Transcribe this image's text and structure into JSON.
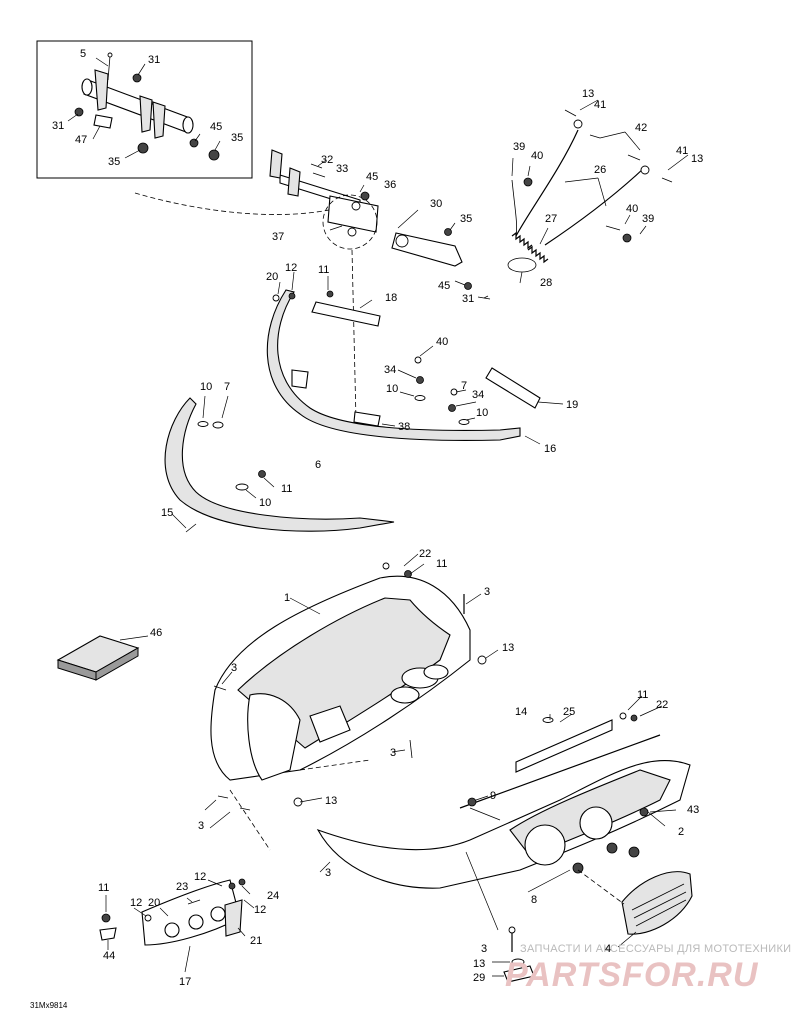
{
  "diagram_ref": "31Mx9814",
  "watermark": {
    "text": "ЗАПЧАСТИ И АКСЕССУАРЫ ДЛЯ МОТОТЕХНИКИ",
    "logo": "PARTSFOR.RU"
  },
  "labels": [
    {
      "id": "5",
      "text": "5"
    },
    {
      "id": "31a",
      "text": "31"
    },
    {
      "id": "31b",
      "text": "31"
    },
    {
      "id": "47",
      "text": "47"
    },
    {
      "id": "45a",
      "text": "45"
    },
    {
      "id": "35a",
      "text": "35"
    },
    {
      "id": "35b",
      "text": "35"
    },
    {
      "id": "32",
      "text": "32"
    },
    {
      "id": "33",
      "text": "33"
    },
    {
      "id": "45b",
      "text": "45"
    },
    {
      "id": "36",
      "text": "36"
    },
    {
      "id": "30",
      "text": "30"
    },
    {
      "id": "37",
      "text": "37"
    },
    {
      "id": "35c",
      "text": "35"
    },
    {
      "id": "45c",
      "text": "45"
    },
    {
      "id": "31c",
      "text": "31"
    },
    {
      "id": "13a",
      "text": "13"
    },
    {
      "id": "41a",
      "text": "41"
    },
    {
      "id": "42",
      "text": "42"
    },
    {
      "id": "39a",
      "text": "39"
    },
    {
      "id": "40a",
      "text": "40"
    },
    {
      "id": "26",
      "text": "26"
    },
    {
      "id": "41b",
      "text": "41"
    },
    {
      "id": "13b",
      "text": "13"
    },
    {
      "id": "27",
      "text": "27"
    },
    {
      "id": "40b",
      "text": "40"
    },
    {
      "id": "39b",
      "text": "39"
    },
    {
      "id": "28",
      "text": "28"
    },
    {
      "id": "20a",
      "text": "20"
    },
    {
      "id": "12a",
      "text": "12"
    },
    {
      "id": "11a",
      "text": "11"
    },
    {
      "id": "18",
      "text": "18"
    },
    {
      "id": "40c",
      "text": "40"
    },
    {
      "id": "34a",
      "text": "34"
    },
    {
      "id": "10a",
      "text": "10"
    },
    {
      "id": "7a",
      "text": "7"
    },
    {
      "id": "34b",
      "text": "34"
    },
    {
      "id": "10b",
      "text": "10"
    },
    {
      "id": "19",
      "text": "19"
    },
    {
      "id": "38",
      "text": "38"
    },
    {
      "id": "16",
      "text": "16"
    },
    {
      "id": "10c",
      "text": "10"
    },
    {
      "id": "7b",
      "text": "7"
    },
    {
      "id": "6",
      "text": "6"
    },
    {
      "id": "11b",
      "text": "11"
    },
    {
      "id": "10d",
      "text": "10"
    },
    {
      "id": "15",
      "text": "15"
    },
    {
      "id": "22a",
      "text": "22"
    },
    {
      "id": "11c",
      "text": "11"
    },
    {
      "id": "1",
      "text": "1"
    },
    {
      "id": "3a",
      "text": "3"
    },
    {
      "id": "46",
      "text": "46"
    },
    {
      "id": "13c",
      "text": "13"
    },
    {
      "id": "3b",
      "text": "3"
    },
    {
      "id": "14",
      "text": "14"
    },
    {
      "id": "25",
      "text": "25"
    },
    {
      "id": "11d",
      "text": "11"
    },
    {
      "id": "22b",
      "text": "22"
    },
    {
      "id": "3c",
      "text": "3"
    },
    {
      "id": "13d",
      "text": "13"
    },
    {
      "id": "9",
      "text": "9"
    },
    {
      "id": "43",
      "text": "43"
    },
    {
      "id": "3d",
      "text": "3"
    },
    {
      "id": "2",
      "text": "2"
    },
    {
      "id": "3e",
      "text": "3"
    },
    {
      "id": "8",
      "text": "8"
    },
    {
      "id": "23",
      "text": "23"
    },
    {
      "id": "12b",
      "text": "12"
    },
    {
      "id": "11e",
      "text": "11"
    },
    {
      "id": "24",
      "text": "24"
    },
    {
      "id": "12c",
      "text": "12"
    },
    {
      "id": "20b",
      "text": "20"
    },
    {
      "id": "12d",
      "text": "12"
    },
    {
      "id": "21",
      "text": "21"
    },
    {
      "id": "44",
      "text": "44"
    },
    {
      "id": "17",
      "text": "17"
    },
    {
      "id": "4",
      "text": "4"
    },
    {
      "id": "3f",
      "text": "3"
    },
    {
      "id": "13e",
      "text": "13"
    },
    {
      "id": "29",
      "text": "29"
    }
  ]
}
